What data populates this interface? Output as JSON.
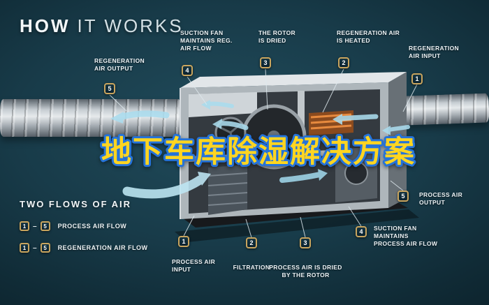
{
  "title": {
    "strong": "HOW",
    "light": "IT WORKS"
  },
  "headline": {
    "text": "地下车库除湿解决方案"
  },
  "callouts": {
    "reg_air_output": {
      "num": "5",
      "label": "REGENERATION AIR OUTPUT"
    },
    "suction_fan_reg": {
      "num": "4",
      "label": "SUCTION FAN MAINTAINS REG. AIR FLOW"
    },
    "rotor_dried": {
      "num": "3",
      "label": "THE ROTOR IS DRIED"
    },
    "reg_air_heated": {
      "num": "2",
      "label": "REGENERATION AIR IS HEATED"
    },
    "reg_air_input": {
      "num": "1",
      "label": "REGENERATION AIR INPUT"
    },
    "process_air_input": {
      "num": "1",
      "label": "PROCESS AIR INPUT"
    },
    "filtration": {
      "num": "2",
      "label": "FILTRATION"
    },
    "process_air_dried": {
      "num": "3",
      "label": "PROCESS AIR IS DRIED BY THE ROTOR"
    },
    "suction_fan_process": {
      "num": "4",
      "label": "SUCTION FAN MAINTAINS PROCESS AIR FLOW"
    },
    "process_air_output": {
      "num": "5",
      "label": "PROCESS AIR OUTPUT"
    }
  },
  "legend": {
    "title": "TWO FLOWS OF AIR",
    "separator": "–",
    "rows": [
      {
        "from": "1",
        "to": "5",
        "label": "PROCESS AIR FLOW"
      },
      {
        "from": "1",
        "to": "5",
        "label": "REGENERATION AIR FLOW"
      }
    ]
  },
  "colors": {
    "badge_border_gold": "#c9a55e",
    "headline_fill": "#ffd520",
    "headline_stroke": "#2573d9",
    "arrow_blue": "#aadcee"
  }
}
